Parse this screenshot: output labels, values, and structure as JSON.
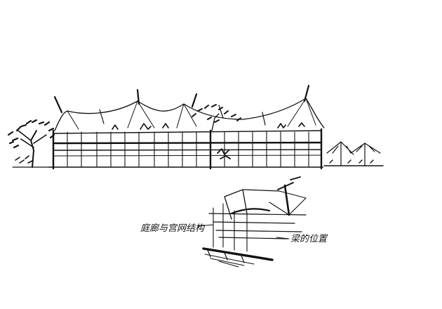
{
  "colors": {
    "ink": "#111111",
    "paper": "#ffffff"
  },
  "annotations": {
    "left_note": "庭廊与宫网结构",
    "right_note": "梁的位置"
  },
  "icons": {
    "elevation": "building-elevation-sketch",
    "tree_left": "tree-sketch-icon",
    "umbrellas_right": "umbrella-pavilion-sketch",
    "detail": "structural-detail-sketch"
  }
}
